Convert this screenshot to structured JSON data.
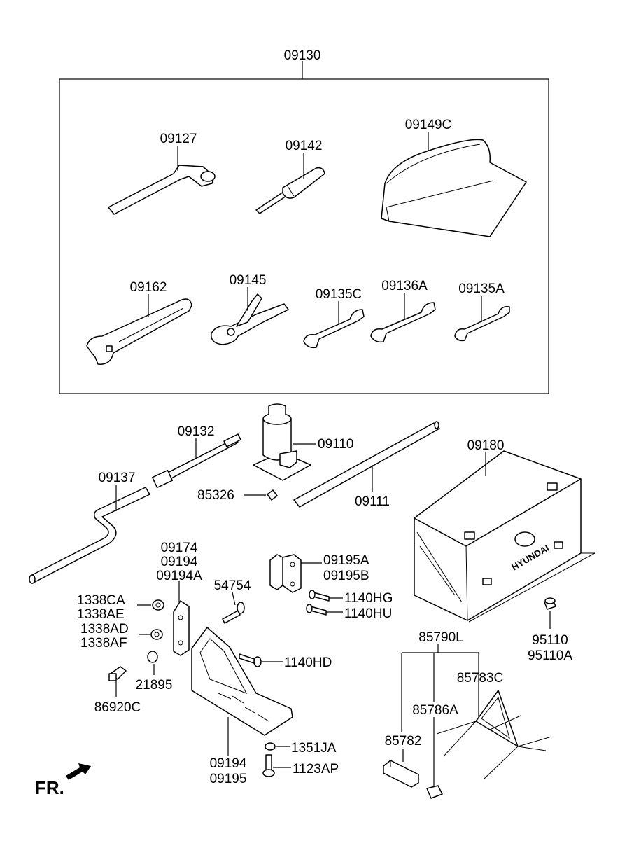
{
  "labels": {
    "kit": "09130",
    "wheel_wrench": "09127",
    "screwdriver": "09142",
    "tool_bag": "09149C",
    "adjustable_wrench": "09162",
    "pliers": "09145",
    "spanner_c": "09135C",
    "spanner_a36": "09136A",
    "spanner_a35": "09135A",
    "extension_bar": "09132",
    "jack": "09110",
    "jack_handle": "09137",
    "clip_85326": "85326",
    "jack_rod": "09111",
    "tool_box": "09180",
    "bracket_label_1": "09174",
    "bracket_label_2": "09194",
    "bracket_label_3": "09194A",
    "clip_54754": "54754",
    "holder_a": "09195A",
    "holder_b": "09195B",
    "nut_ca": "1338CA",
    "nut_ae": "1338AE",
    "bolt_hg": "1140HG",
    "bolt_hu": "1140HU",
    "nut_ad": "1338AD",
    "nut_af": "1338AF",
    "bolt_hd": "1140HD",
    "nut_21895": "21895",
    "clip_86920c": "86920C",
    "bracket_09194": "09194",
    "bracket_09195": "09195",
    "washer": "1351JA",
    "bolt_ap": "1123AP",
    "triangle_kit": "85790L",
    "triangle": "85783C",
    "cap": "95110",
    "cap_a": "95110A",
    "case_a": "85786A",
    "case": "85782",
    "direction": "FR."
  },
  "brand_logo_text": "HYUNDAI",
  "colors": {
    "line": "#000000",
    "background": "#ffffff"
  }
}
